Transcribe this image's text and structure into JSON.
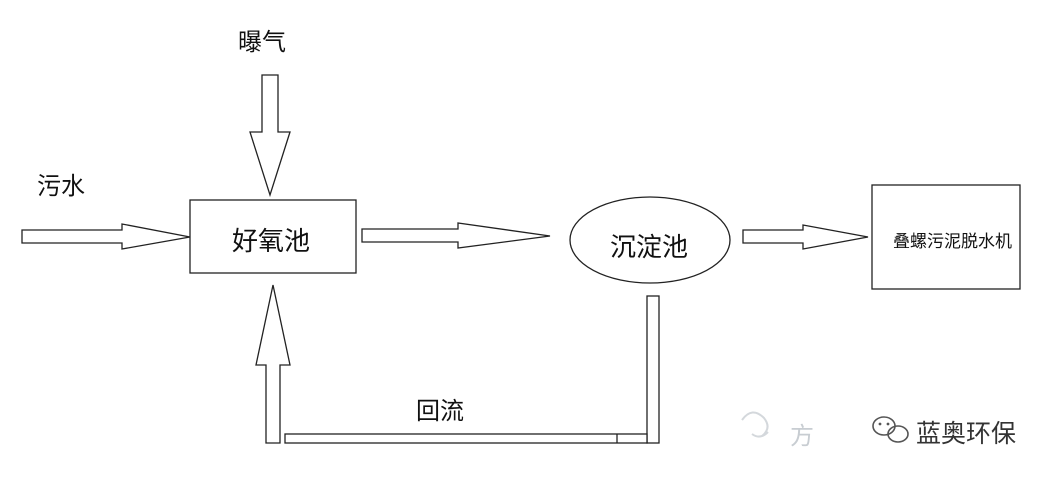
{
  "inputs": {
    "aeration": "曝气",
    "sewage": "污水"
  },
  "nodes": {
    "aerobic_tank": "好氧池",
    "sedimentation_tank": "沉淀池",
    "dewatering_machine": "叠螺污泥脱水机"
  },
  "flows": {
    "return_flow": "回流"
  },
  "watermark": {
    "faded_text": "方",
    "brand": "蓝奥环保"
  },
  "colors": {
    "line": "#222222",
    "background": "#ffffff",
    "watermark_faded": "#c8cdd2",
    "watermark_brand": "#333333"
  }
}
